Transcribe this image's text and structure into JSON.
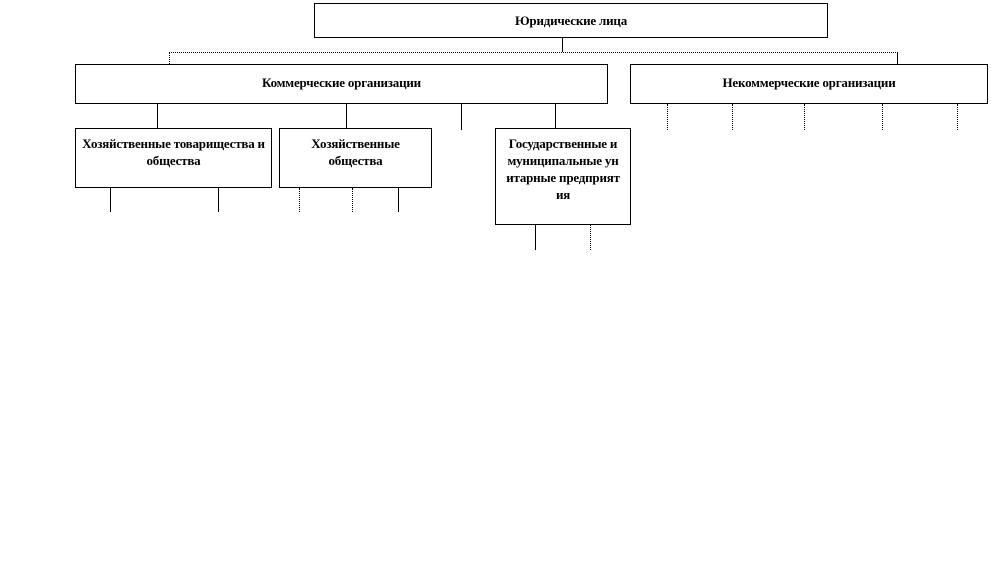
{
  "diagram": {
    "root": {
      "label": "Юридические лица"
    },
    "commercial": {
      "label": "Коммерческие организации"
    },
    "noncommercial": {
      "label": "Некоммерческие  организации"
    },
    "partnerships": {
      "label": "Хозяйственные товарищества и общества"
    },
    "societies": {
      "label": "Хозяйственные общества"
    },
    "unitary": {
      "label": "Государственные и муниципальные унитарные предприятия"
    }
  }
}
